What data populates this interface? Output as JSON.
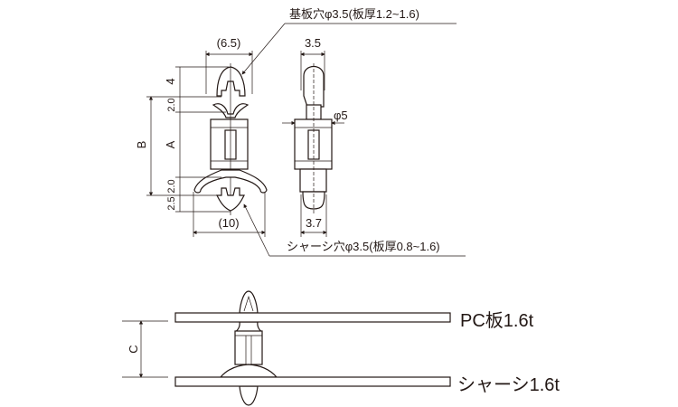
{
  "callouts": {
    "board_hole": "基板穴φ3.5(板厚1.2~1.6)",
    "chassis_hole": "シャーシ穴φ3.5(板厚0.8~1.6)"
  },
  "front_view": {
    "width_top": "(6.5)",
    "width_bottom": "(10)",
    "dim_4": "4",
    "dim_2_0_top": "2.0",
    "dim_A": "A",
    "dim_2_0_bottom": "2.0",
    "dim_2_5": "2.5",
    "dim_B": "B"
  },
  "side_view": {
    "width_top": "3.5",
    "diameter": "φ5",
    "width_bottom": "3.7"
  },
  "assembly": {
    "dim_C": "C",
    "pc_board_label": "PC板1.6t",
    "chassis_label": "シャーシ1.6t"
  }
}
